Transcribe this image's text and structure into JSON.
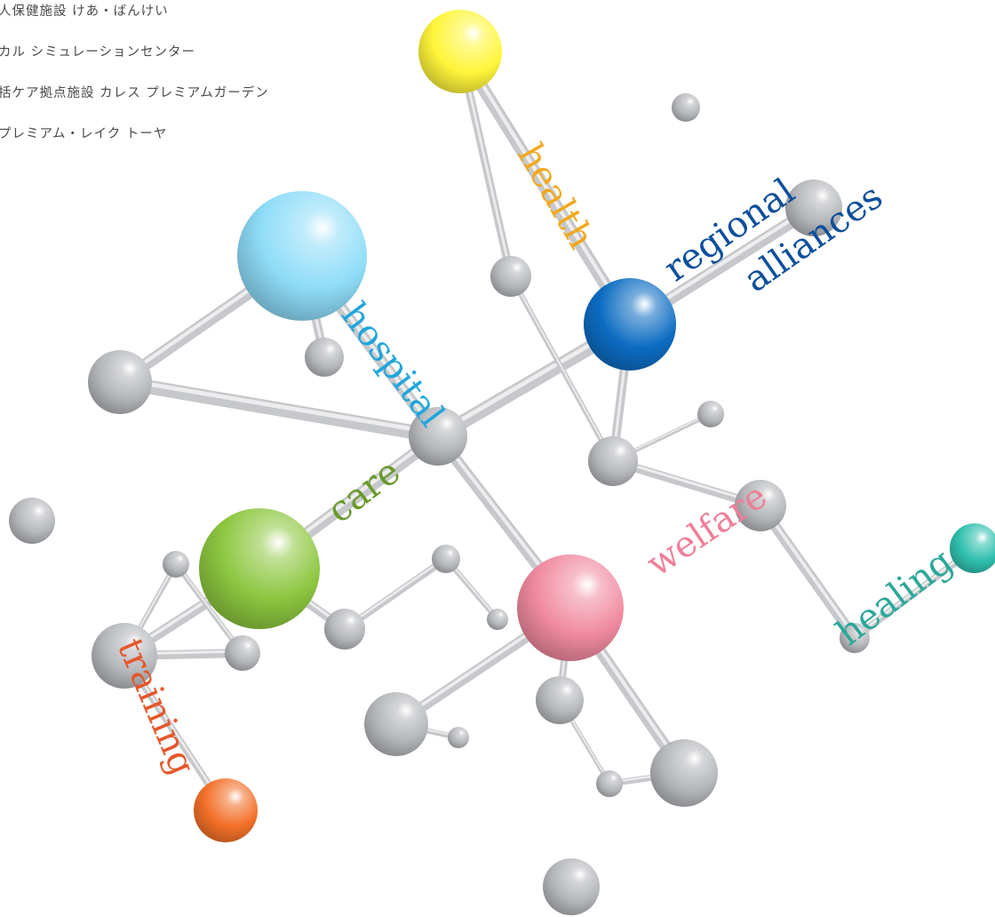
{
  "facility_list": [
    "人保健施設 けあ・ばんけい",
    "カル シミュレーションセンター",
    "括ケア拠点施設 カレス プレミアムガーデン",
    "プレミアム・レイク トーヤ"
  ],
  "labels": {
    "health": {
      "text": "health",
      "color": "#f2a81c"
    },
    "regional": {
      "text": "regional",
      "color": "#0d4f9c"
    },
    "alliances": {
      "text": "alliances",
      "color": "#0d4f9c"
    },
    "hospital": {
      "text": "hospital",
      "color": "#1fa6dc"
    },
    "care": {
      "text": "care",
      "color": "#6a9a2c"
    },
    "welfare": {
      "text": "welfare",
      "color": "#ef7f98"
    },
    "healing": {
      "text": "healing",
      "color": "#2aa89a"
    },
    "training": {
      "text": "training",
      "color": "#e5572a"
    }
  },
  "colors": {
    "yellow": "#fff53a",
    "sky": "#8edcf8",
    "blue": "#0c6cc2",
    "green": "#8cc63f",
    "pink": "#f08aa0",
    "teal": "#2fbfae",
    "orange": "#f37028",
    "gray": "#b4b6ba",
    "rod": "#c6c8cb"
  }
}
